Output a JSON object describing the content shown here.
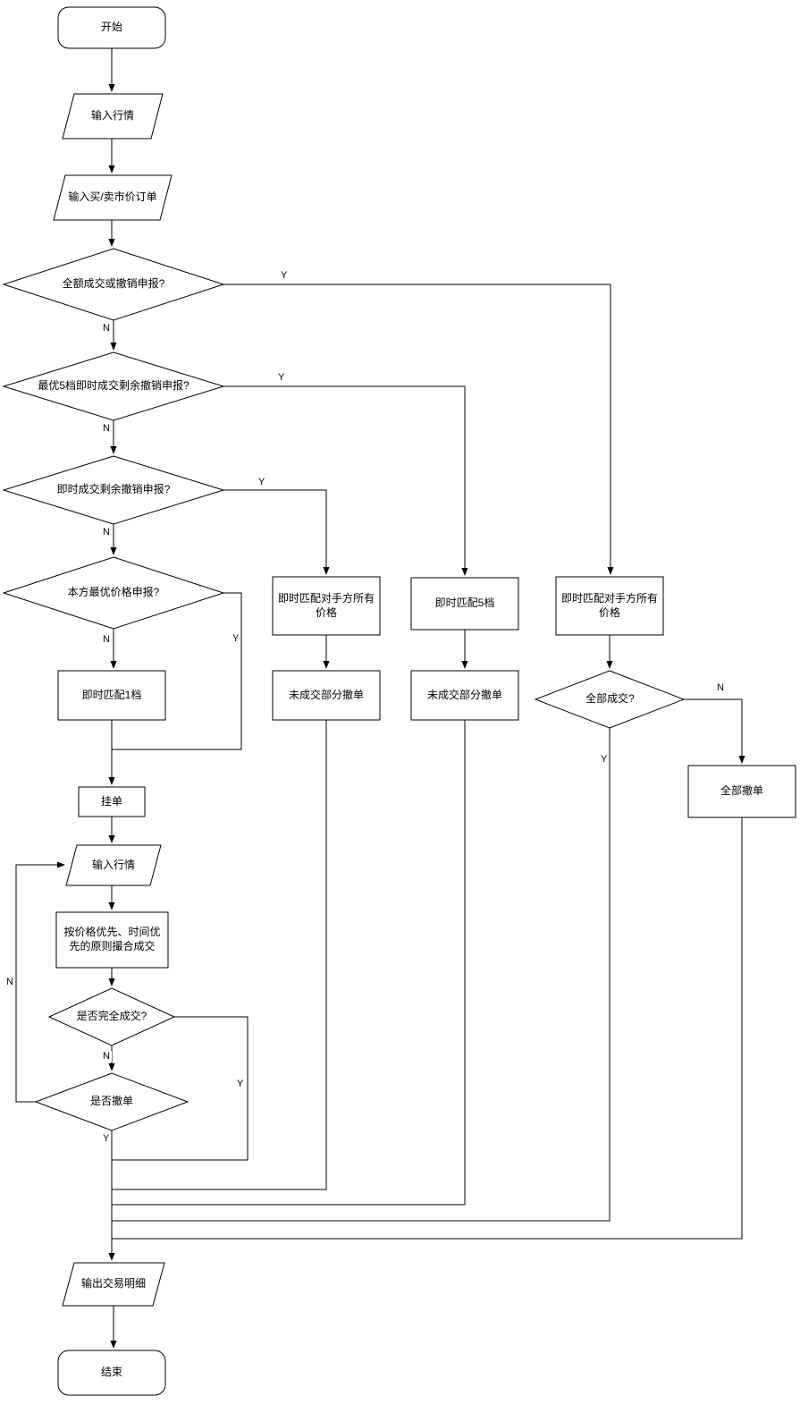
{
  "diagram": {
    "type": "flowchart",
    "colors": {
      "stroke": "#000000",
      "node_fill": "#ffffff",
      "background": "#ffffff"
    },
    "nodes": {
      "start": {
        "label": "开始",
        "shape": "terminator"
      },
      "input_market_1": {
        "label": "输入行情",
        "shape": "io"
      },
      "input_order": {
        "label": "输入买/卖市价订单",
        "shape": "io"
      },
      "d_full_fill_or_cancel": {
        "label": "全额成交或撤销申报?",
        "shape": "decision"
      },
      "d_best5_cancel": {
        "label": "最优5档即时成交剩余撤销申报?",
        "shape": "decision"
      },
      "d_immediate_fill_cancel": {
        "label": "即时成交剩余撤销申报?",
        "shape": "decision"
      },
      "d_own_best_price": {
        "label": "本方最优价格申报?",
        "shape": "decision"
      },
      "match_1_level": {
        "label": "即时匹配1档",
        "shape": "process"
      },
      "pend_order": {
        "label": "挂单",
        "shape": "process"
      },
      "input_market_2": {
        "label": "输入行情",
        "shape": "io"
      },
      "match_principle": {
        "label": "按价格优先、时间优先的原则撮合成交",
        "shape": "process"
      },
      "d_fully_filled": {
        "label": "是否完全成交?",
        "shape": "decision"
      },
      "d_cancel_order": {
        "label": "是否撤单",
        "shape": "decision"
      },
      "match_all_prices_1": {
        "label": "即时匹配对手方所有价格",
        "shape": "process"
      },
      "cancel_unfilled_1": {
        "label": "未成交部分撤单",
        "shape": "process"
      },
      "match_5_levels": {
        "label": "即时匹配5档",
        "shape": "process"
      },
      "cancel_unfilled_2": {
        "label": "未成交部分撤单",
        "shape": "process"
      },
      "match_all_prices_2": {
        "label": "即时匹配对手方所有价格",
        "shape": "process"
      },
      "d_all_filled": {
        "label": "全部成交?",
        "shape": "decision"
      },
      "cancel_all": {
        "label": "全部撤单",
        "shape": "process"
      },
      "output_details": {
        "label": "输出交易明细",
        "shape": "io"
      },
      "end": {
        "label": "结束",
        "shape": "terminator"
      }
    },
    "edge_labels": {
      "full_fill_yes": "Y",
      "full_fill_no": "N",
      "best5_yes": "Y",
      "best5_no": "N",
      "immediate_yes": "Y",
      "immediate_no": "N",
      "own_best_yes": "Y",
      "own_best_no": "N",
      "fully_filled_yes": "Y",
      "fully_filled_no": "N",
      "cancel_order_yes": "Y",
      "cancel_order_no": "N",
      "all_filled_yes": "Y",
      "all_filled_no": "N"
    }
  }
}
